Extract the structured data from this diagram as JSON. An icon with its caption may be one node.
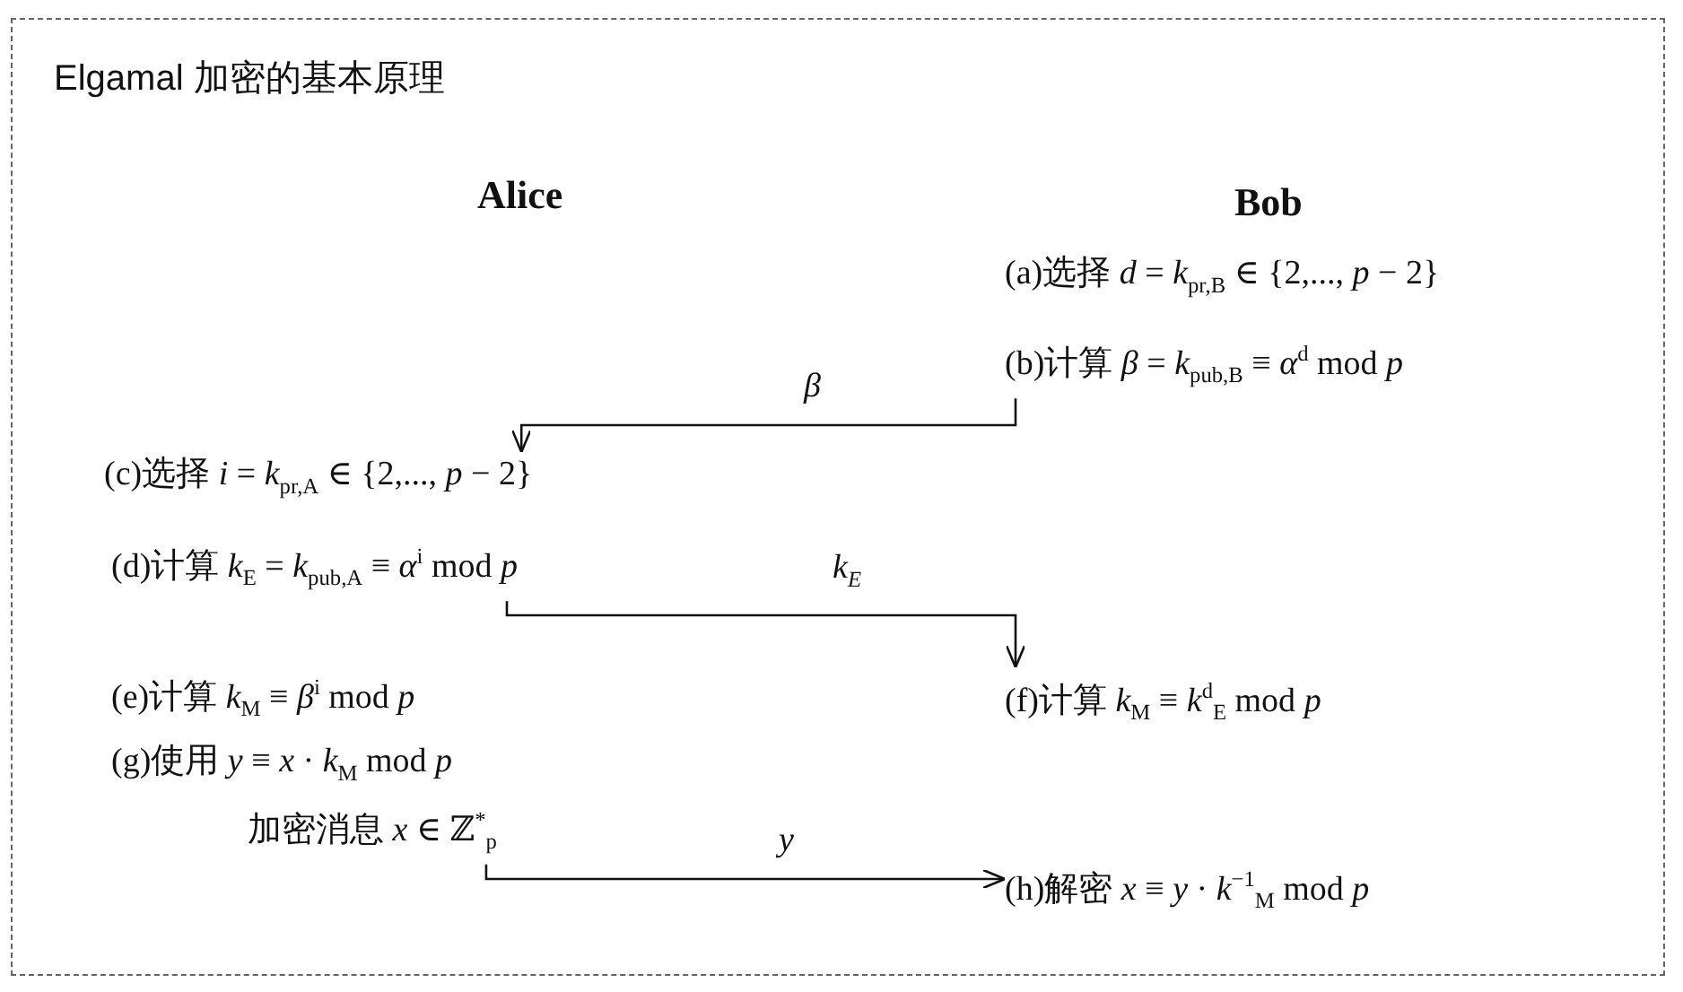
{
  "diagram": {
    "title": "Elgamal 加密的基本原理",
    "nodes": [
      {
        "text": [
          "(a)选择 *d* = *k*$_{pr,B}$ ∈ {2,..., *p* − 2}"
        ]
      },
      {
        "text": [
          "(b)计算 *β* = *k*$_{pub,B}$ ≡ *α*$^{d}$ mod *p*"
        ]
      },
      {
        "text": [
          "(c)选择 *i* = *k*$_{pr,A}$ ∈ {2,..., *p* − 2}"
        ]
      },
      {
        "text": [
          "(d)计算 *k*$_{E}$ = *k*$_{pub,A}$ ≡ *α*$^{i}$ mod *p*"
        ]
      },
      {
        "text": [
          "(e)计算 *k*$_{M}$ ≡ *β*$^{i}$ mod *p*"
        ]
      },
      {
        "text": [
          "(f)计算 *k*$_{M}$ ≡ *k*$^{d}$$_{E}$ mod *p*"
        ]
      },
      {
        "text": [
          "(g)使用 *y* ≡ *x* · *k*$_{M}$ mod *p*",
          "加密消息 *x* ∈ ℤ$^{*}$$_{p}$"
        ]
      },
      {
        "text": [
          "(h)解密 *x* ≡ *y* · *k*$^{−1}$$_{M}$ mod *p*"
        ]
      }
    ],
    "edges": [
      {
        "from": 1,
        "to": 2,
        "arrow": "to",
        "label": "β"
      },
      {
        "from": 3,
        "to": 5,
        "arrow": "to",
        "label": "k$_{E}$"
      },
      {
        "from": 6,
        "to": 7,
        "arrow": "to",
        "label": "y"
      }
    ],
    "labels": [
      "Alice",
      "Bob"
    ]
  }
}
